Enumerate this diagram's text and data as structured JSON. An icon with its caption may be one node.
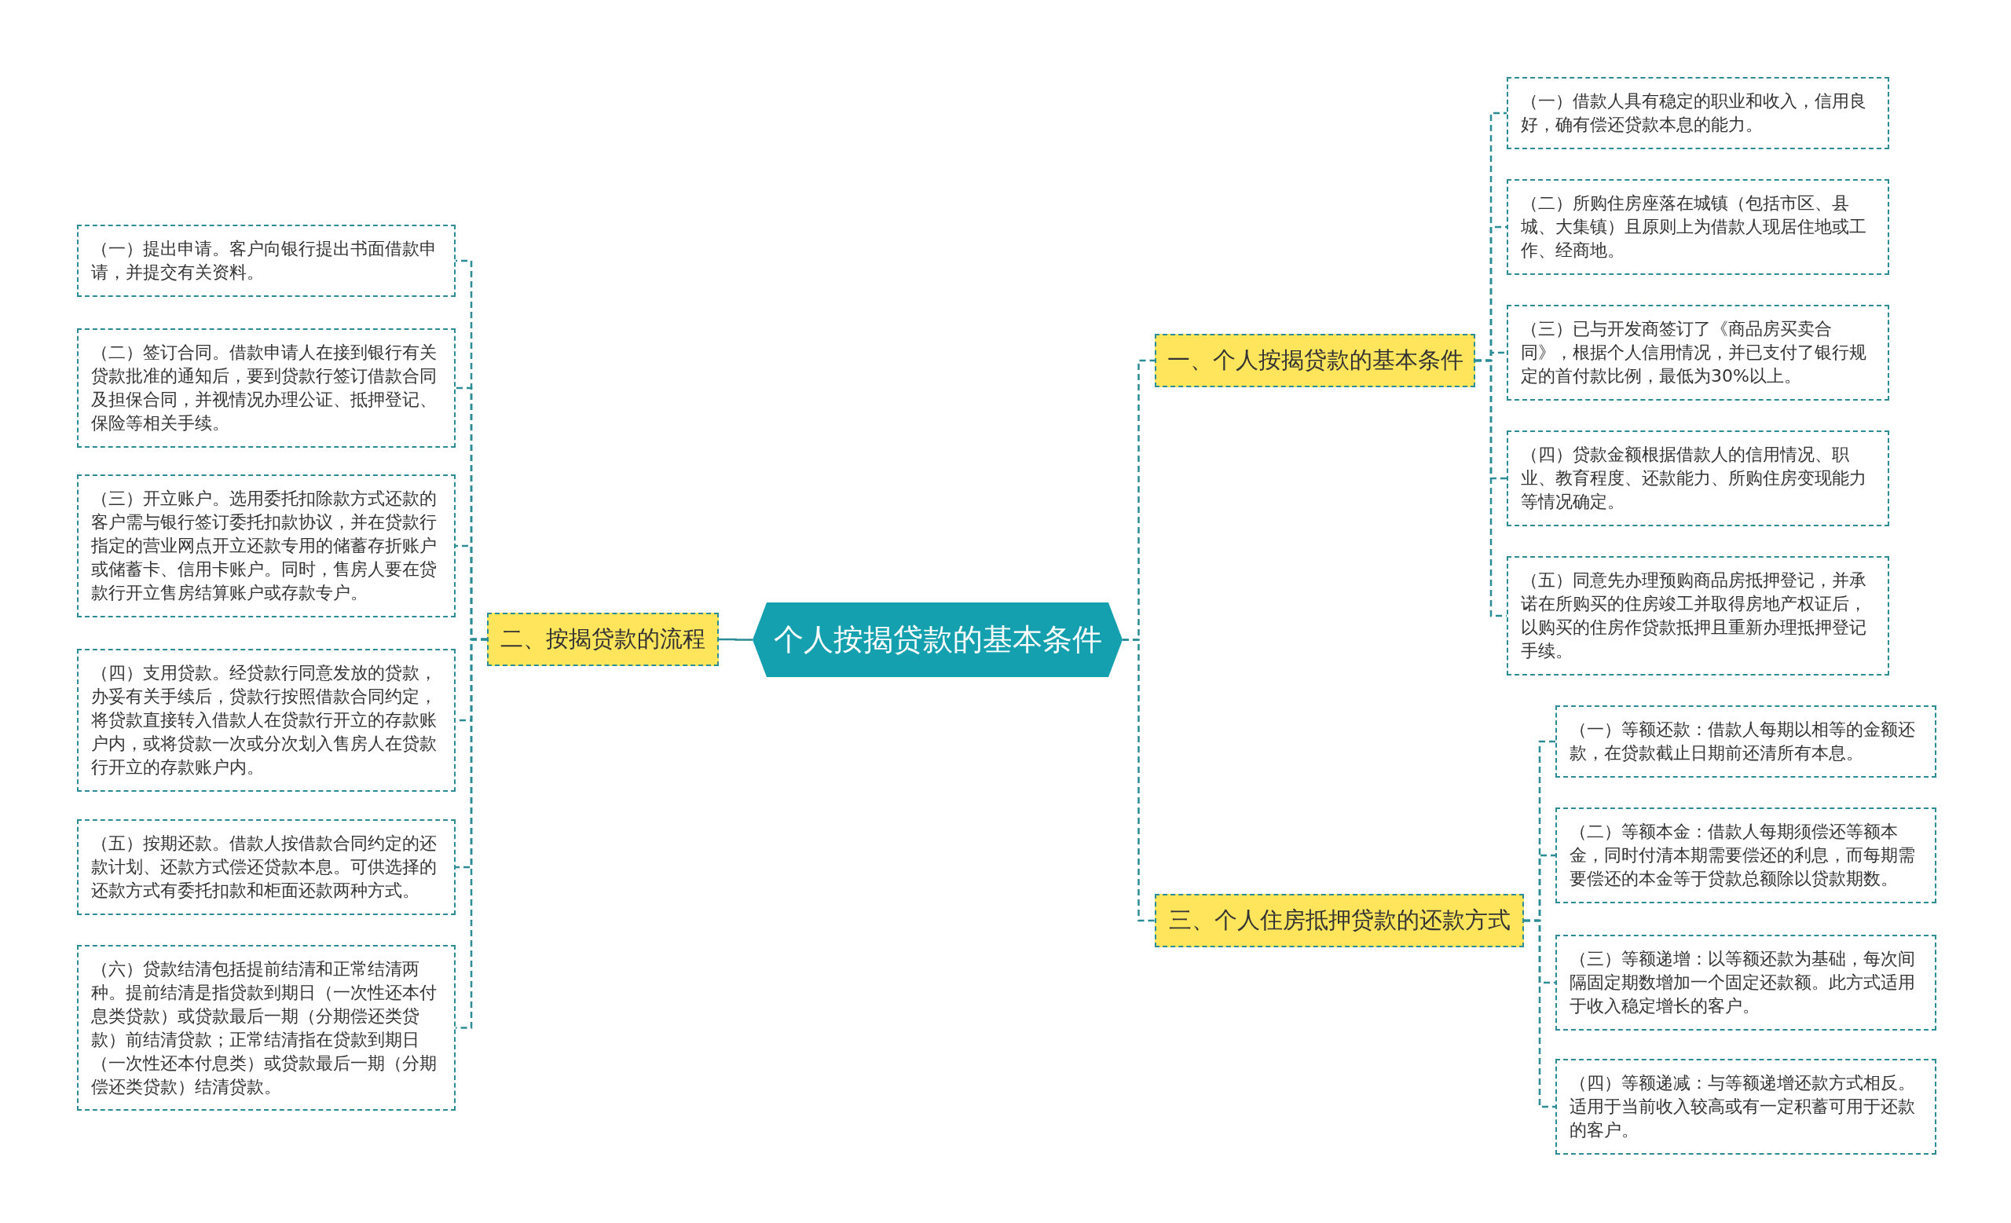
{
  "diagram": {
    "nodes": [
      {
        "text": [
          "个人按揭贷款的基本条件"
        ]
      },
      {
        "text": [
          "一、个人按揭贷款的基本条件"
        ]
      },
      {
        "text": [
          "（一）借款人具有稳定的职业和收入，信用良好，确有偿还贷款本息的能力。"
        ]
      },
      {
        "text": [
          "（二）所购住房座落在城镇（包括市区、县城、大集镇）且原则上为借款人现居住地或工作、经商地。"
        ]
      },
      {
        "text": [
          "（三）已与开发商签订了《商品房买卖合同》，根据个人信用情况，并已支付了银行规定的首付款比例，最低为30%以上。"
        ]
      },
      {
        "text": [
          "（四）贷款金额根据借款人的信用情况、职业、教育程度、还款能力、所购住房变现能力等情况确定。"
        ]
      },
      {
        "text": [
          "（五）同意先办理预购商品房抵押登记，并承诺在所购买的住房竣工并取得房地产权证后，以购买的住房作贷款抵押且重新办理抵押登记手续。"
        ]
      },
      {
        "text": [
          "二、按揭贷款的流程"
        ]
      },
      {
        "text": [
          "（一）提出申请。客户向银行提出书面借款申请，并提交有关资料。"
        ]
      },
      {
        "text": [
          "（二）签订合同。借款申请人在接到银行有关贷款批准的通知后，要到贷款行签订借款合同及担保合同，并视情况办理公证、抵押登记、保险等相关手续。"
        ]
      },
      {
        "text": [
          "（三）开立账户。选用委托扣除款方式还款的客户需与银行签订委托扣款协议，并在贷款行指定的营业网点开立还款专用的储蓄存折账户或储蓄卡、信用卡账户。同时，售房人要在贷款行开立售房结算账户或存款专户。"
        ]
      },
      {
        "text": [
          "（四）支用贷款。经贷款行同意发放的贷款，办妥有关手续后，贷款行按照借款合同约定，将贷款直接转入借款人在贷款行开立的存款账户内，或将贷款一次或分次划入售房人在贷款行开立的存款账户内。"
        ]
      },
      {
        "text": [
          "（五）按期还款。借款人按借款合同约定的还款计划、还款方式偿还贷款本息。可供选择的还款方式有委托扣款和柜面还款两种方式。"
        ]
      },
      {
        "text": [
          "（六）贷款结清包括提前结清和正常结清两种。提前结清是指贷款到期日（一次性还本付息类贷款）或贷款最后一期（分期偿还类贷款）前结清贷款；正常结清指在贷款到期日（一次性还本付息类）或贷款最后一期（分期偿还类贷款）结清贷款。"
        ]
      },
      {
        "text": [
          "三、个人住房抵押贷款的还款方式"
        ]
      },
      {
        "text": [
          "（一）等额还款：借款人每期以相等的金额还款，在贷款截止日期前还清所有本息。"
        ]
      },
      {
        "text": [
          "（二）等额本金：借款人每期须偿还等额本金，同时付清本期需要偿还的利息，而每期需要偿还的本金等于贷款总额除以贷款期数。"
        ]
      },
      {
        "text": [
          "（三）等额递增：以等额还款为基础，每次间隔固定期数增加一个固定还款额。此方式适用于收入稳定增长的客户。"
        ]
      },
      {
        "text": [
          "（四）等额递减：与等额递增还款方式相反。适用于当前收入较高或有一定积蓄可用于还款的客户。"
        ]
      }
    ],
    "edges": [
      {
        "from": 0,
        "to": 1,
        "arrow": "none",
        "style": "dashed"
      },
      {
        "from": 1,
        "to": 2,
        "arrow": "none",
        "style": "dashed"
      },
      {
        "from": 1,
        "to": 3,
        "arrow": "none",
        "style": "dashed"
      },
      {
        "from": 1,
        "to": 4,
        "arrow": "none",
        "style": "dashed"
      },
      {
        "from": 1,
        "to": 5,
        "arrow": "none",
        "style": "dashed"
      },
      {
        "from": 1,
        "to": 6,
        "arrow": "none",
        "style": "dashed"
      },
      {
        "from": 0,
        "to": 7,
        "arrow": "none"
      },
      {
        "from": 7,
        "to": 8,
        "arrow": "none",
        "style": "dashed"
      },
      {
        "from": 7,
        "to": 9,
        "arrow": "none",
        "style": "dashed"
      },
      {
        "from": 7,
        "to": 10,
        "arrow": "none",
        "style": "dashed"
      },
      {
        "from": 7,
        "to": 11,
        "arrow": "none",
        "style": "dashed"
      },
      {
        "from": 7,
        "to": 12,
        "arrow": "none",
        "style": "dashed"
      },
      {
        "from": 7,
        "to": 13,
        "arrow": "none",
        "style": "dashed"
      },
      {
        "from": 0,
        "to": 14,
        "arrow": "none",
        "style": "dashed"
      },
      {
        "from": 14,
        "to": 15,
        "arrow": "none",
        "style": "dashed"
      },
      {
        "from": 14,
        "to": 16,
        "arrow": "none",
        "style": "dashed"
      },
      {
        "from": 14,
        "to": 17,
        "arrow": "none",
        "style": "dashed"
      },
      {
        "from": 14,
        "to": 18,
        "arrow": "none",
        "style": "dashed"
      }
    ]
  }
}
